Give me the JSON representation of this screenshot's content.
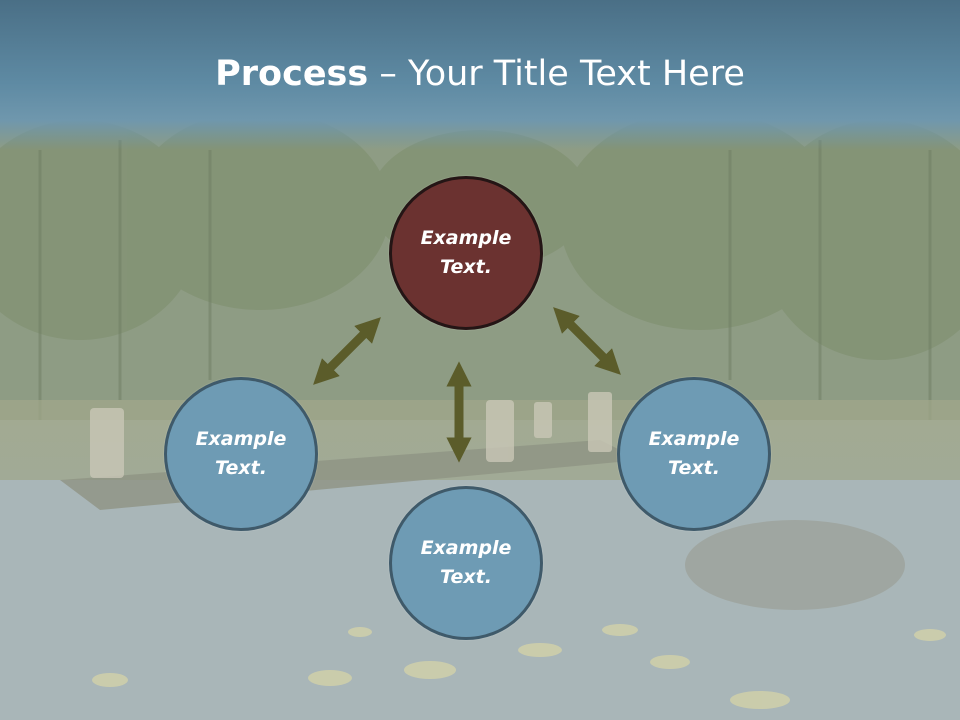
{
  "title": {
    "bold": "Process",
    "rest": " – Your Title Text Here"
  },
  "nodes": {
    "top": {
      "text": "Example Text."
    },
    "left": {
      "text": "Example Text."
    },
    "right": {
      "text": "Example Text."
    },
    "bottom": {
      "text": "Example Text."
    }
  },
  "colors": {
    "header": "#5e8aa3",
    "node_accent": "#6b3230",
    "node_default": "#6e9bb4",
    "arrow": "#5b5c2a"
  }
}
